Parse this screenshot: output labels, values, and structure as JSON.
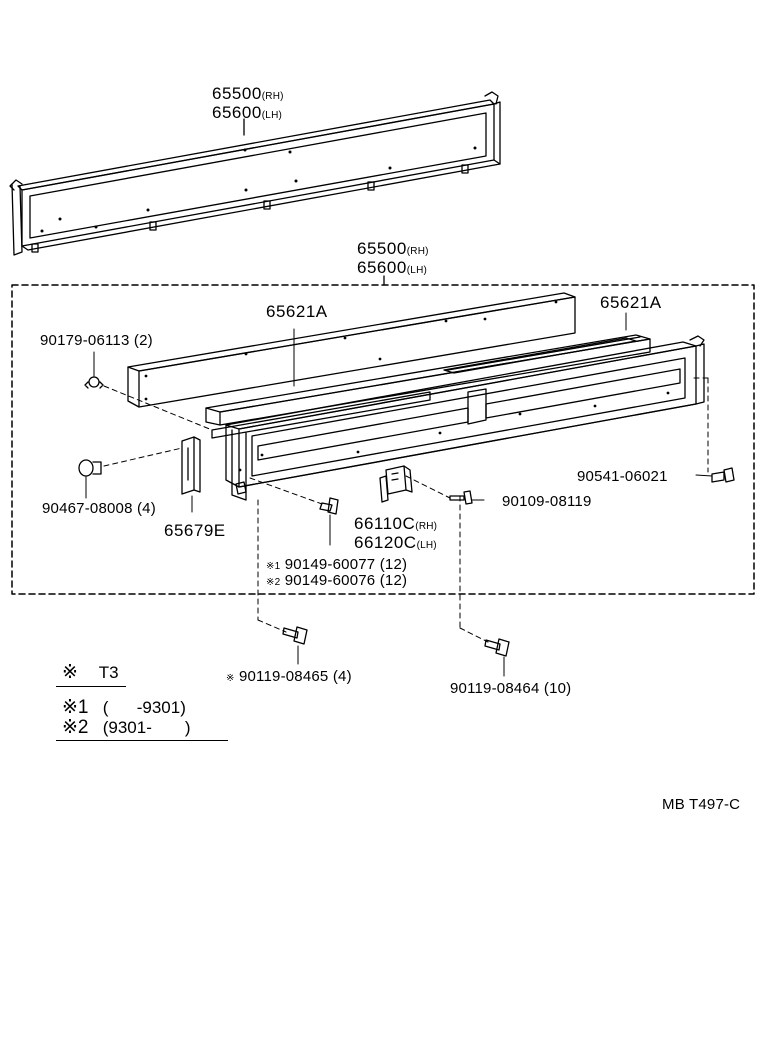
{
  "callouts": {
    "panel_upper": {
      "main": "65500",
      "main_suffix": "(RH)",
      "alt": "65600",
      "alt_suffix": "(LH)"
    },
    "panel_assy": {
      "main": "65500",
      "main_suffix": "(RH)",
      "alt": "65600",
      "alt_suffix": "(LH)"
    },
    "board_left": "65621A",
    "board_right": "65621A",
    "clip": "90179-06113 (2)",
    "grommet": "90467-08008 (4)",
    "bracket": "65679E",
    "bolt_right": "90541-06021",
    "screw_mid": "90109-08119",
    "hinge": {
      "main": "66110C",
      "main_suffix": "(RH)",
      "alt": "66120C",
      "alt_suffix": "(LH)"
    },
    "rivet_1": {
      "mark": "※1",
      "part": "90149-60077 (12)"
    },
    "rivet_2": {
      "mark": "※2",
      "part": "90149-60076 (12)"
    },
    "bolt_left": {
      "mark": "※",
      "part": "90119-08465 (4)"
    },
    "bolt_bottom": "90119-08464 (10)"
  },
  "legend": {
    "row0": {
      "mark": "※",
      "text": "T3"
    },
    "row1": {
      "mark": "※1",
      "text": "(      -9301)"
    },
    "row2": {
      "mark": "※2",
      "text": "(9301-       )"
    }
  },
  "catalog_code": "MB T497-C"
}
